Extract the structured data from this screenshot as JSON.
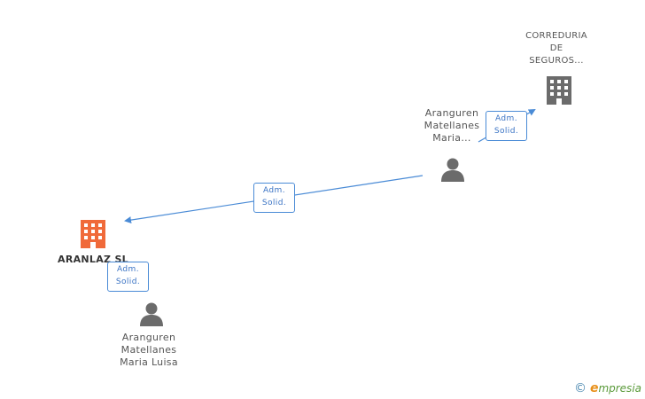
{
  "nodes": {
    "aranlaz": {
      "label": "ARANLAZ SL",
      "type": "company",
      "color": "#f06a3a"
    },
    "correduria": {
      "line1": "CORREDURIA",
      "line2": "DE",
      "line3": "SEGUROS...",
      "type": "company",
      "color": "#6b6b6b"
    },
    "person_top": {
      "line1": "Aranguren",
      "line2": "Matellanes",
      "line3": "Maria...",
      "type": "person",
      "color": "#6b6b6b"
    },
    "person_bottom": {
      "line1": "Aranguren",
      "line2": "Matellanes",
      "line3": "Maria Luisa",
      "type": "person",
      "color": "#6b6b6b"
    }
  },
  "edges": [
    {
      "from": "person_top",
      "to": "aranlaz",
      "line1": "Adm.",
      "line2": "Solid."
    },
    {
      "from": "person_top",
      "to": "correduria",
      "line1": "Adm.",
      "line2": "Solid."
    },
    {
      "from": "person_bottom",
      "to": "aranlaz",
      "line1": "Adm.",
      "line2": "Solid."
    }
  ],
  "colors": {
    "edge": "#4a8bd6"
  },
  "watermark": {
    "copyright": "©",
    "brand_initial": "e",
    "brand_rest": "mpresia"
  }
}
